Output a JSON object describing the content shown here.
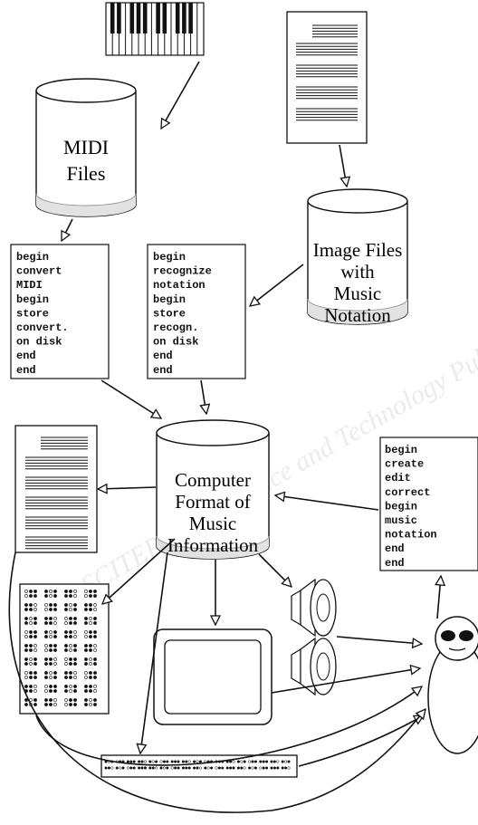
{
  "colors": {
    "stroke": "#111111",
    "fill": "#ffffff",
    "cylinder_bottom": "#e2e2e2",
    "watermark": "#d8d8d8",
    "braille_dot": "#111111"
  },
  "cylinders": {
    "midi": {
      "lines": [
        "MIDI",
        "Files"
      ]
    },
    "image": {
      "lines": [
        "Image Files",
        "with",
        "Music",
        "Notation"
      ]
    },
    "computer": {
      "lines": [
        "Computer",
        "Format of",
        "Music",
        "Information"
      ]
    }
  },
  "code_boxes": {
    "convert": {
      "lines": [
        "begin",
        "  convert",
        "  MIDI",
        "  begin",
        "    store",
        "    convert.",
        "    on disk",
        "  end",
        "end"
      ]
    },
    "recognize": {
      "lines": [
        "begin",
        "  recognize",
        "  notation",
        "  begin",
        "    store",
        "    recogn.",
        "    on disk",
        "  end",
        "end"
      ]
    },
    "editor": {
      "lines": [
        "begin",
        "  create",
        "  edit",
        "  correct",
        "  begin",
        "    music",
        "    notation",
        "  end",
        "end"
      ]
    }
  },
  "icons": {
    "keyboard": "piano-keyboard-icon",
    "score_page": "sheet-music-page-icon",
    "printed_score": "printed-score-icon",
    "braille_page": "braille-page-icon",
    "braille_line": "braille-display-icon",
    "monitor": "monitor-icon",
    "speakers": "speaker-icon",
    "person": "person-with-sunglasses-icon"
  },
  "watermark_text": "SCITEPRESS Science and Technology Publications"
}
